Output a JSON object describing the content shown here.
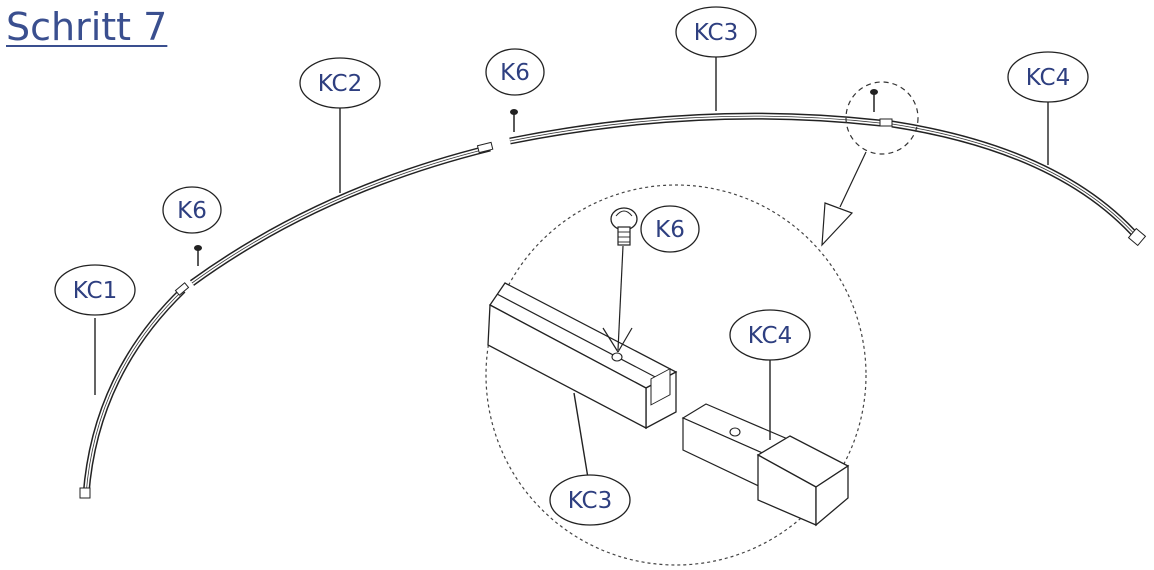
{
  "title": "Schritt 7",
  "labels": {
    "kc1": "KC1",
    "kc2": "KC2",
    "kc3": "KC3",
    "kc4": "KC4",
    "k6_left": "K6",
    "k6_top": "K6",
    "detail_k6": "K6",
    "detail_kc4": "KC4",
    "detail_kc3": "KC3"
  },
  "colors": {
    "label_text": "#2e3f80",
    "title_text": "#3a4f8f",
    "line": "#222222"
  }
}
